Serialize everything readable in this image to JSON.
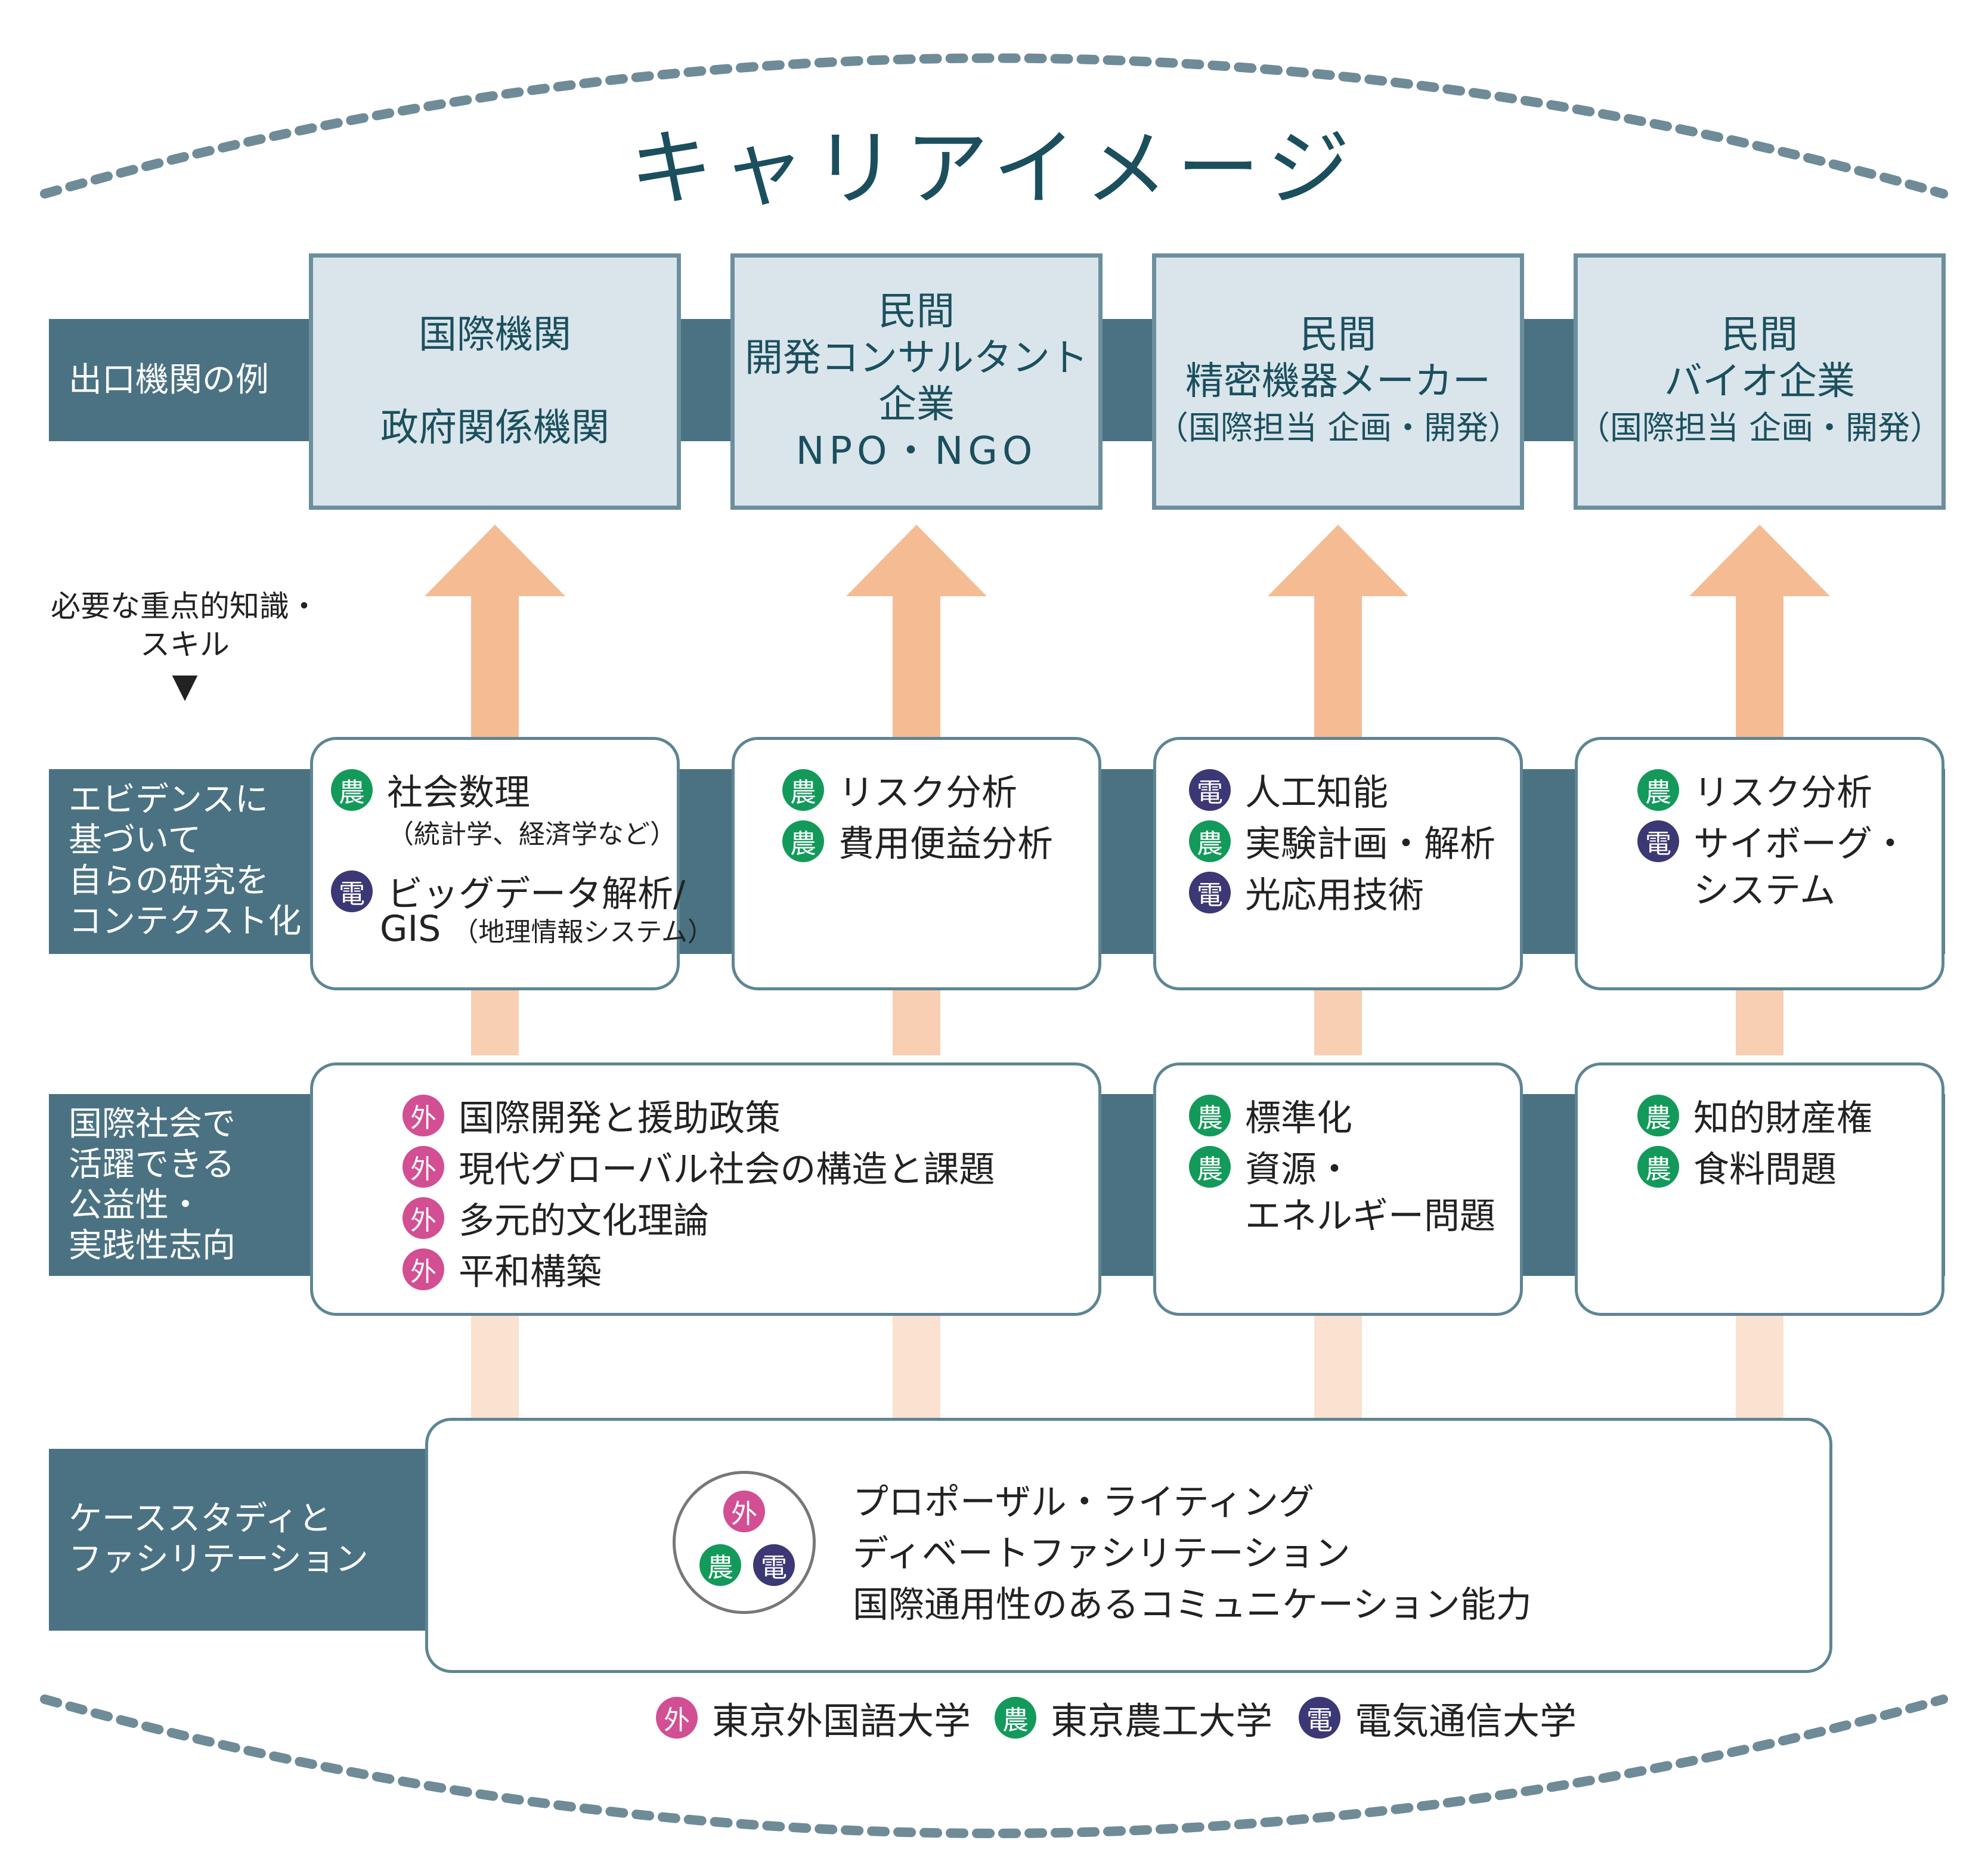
{
  "title": "キャリアイメージ",
  "row_labels": {
    "exit": "出口機関の例",
    "evidence": [
      "エビデンスに",
      "基づいて",
      "自らの研究を",
      "コンテクスト化"
    ],
    "public": [
      "国際社会で",
      "活躍できる",
      "公益性・",
      "実践性志向"
    ],
    "case": [
      "ケーススタディと",
      "ファシリテーション"
    ]
  },
  "side_note": {
    "line1": "必要な重点的知識・",
    "line2": "スキル",
    "marker": "▼"
  },
  "orgs": [
    {
      "line1": "国際機関",
      "line2": "政府関係機関"
    },
    {
      "line1": "民間",
      "line2": "開発コンサルタント",
      "line3": "企業",
      "line4": "NPO・NGO"
    },
    {
      "line1": "民間",
      "line2": "精密機器メーカー",
      "line3": "（国際担当 企画・開発）"
    },
    {
      "line1": "民間",
      "line2": "バイオ企業",
      "line3": "（国際担当 企画・開発）"
    }
  ],
  "badges": {
    "gai": "外",
    "nou": "農",
    "den": "電"
  },
  "colors": {
    "gai": "#d24f93",
    "nou": "#139a5b",
    "den": "#3c3775",
    "band": "#4a7282",
    "arrow": "#f5bc94"
  },
  "evidence_cards": [
    {
      "items": [
        {
          "text": "社会数理",
          "note": "（統計学、経済学など）"
        },
        {
          "text": "ビッグデータ解析/",
          "line2": "GIS",
          "note": "（地理情報システム）"
        }
      ]
    },
    {
      "items": [
        {
          "text": "リスク分析"
        },
        {
          "text": "費用便益分析"
        }
      ]
    },
    {
      "items": [
        {
          "text": "人工知能"
        },
        {
          "text": "実験計画・解析"
        },
        {
          "text": "光応用技術"
        }
      ]
    },
    {
      "items": [
        {
          "text": "リスク分析"
        },
        {
          "text": "サイボーグ・",
          "line2": "システム"
        }
      ]
    }
  ],
  "public_cards": [
    {
      "items": [
        {
          "text": "国際開発と援助政策"
        },
        {
          "text": "現代グローバル社会の構造と課題"
        },
        {
          "text": "多元的文化理論"
        },
        {
          "text": "平和構築"
        }
      ]
    },
    {
      "items": [
        {
          "text": "標準化"
        },
        {
          "text": "資源・",
          "line2": "エネルギー問題"
        }
      ]
    },
    {
      "items": [
        {
          "text": "知的財産権"
        },
        {
          "text": "食料問題"
        }
      ]
    }
  ],
  "case_card": {
    "lines": [
      "プロポーザル・ライティング",
      "ディベートファシリテーション",
      "国際通用性のあるコミュニケーション能力"
    ]
  },
  "legend": [
    {
      "badge": "外",
      "label": "東京外国語大学"
    },
    {
      "badge": "農",
      "label": "東京農工大学"
    },
    {
      "badge": "電",
      "label": "電気通信大学"
    }
  ]
}
